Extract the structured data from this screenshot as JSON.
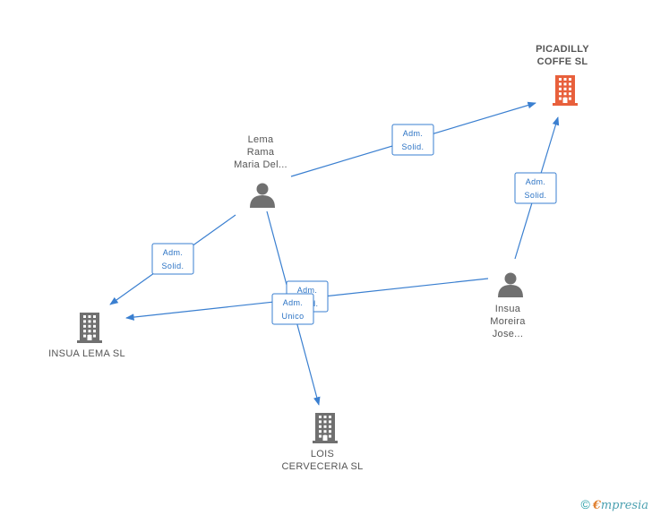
{
  "colors": {
    "edge": "#3a7fd0",
    "edge_text": "#2a72c4",
    "company_main": "#e8603c",
    "company": "#707070",
    "person": "#707070",
    "label": "#555555"
  },
  "nodes": [
    {
      "id": "picadilly",
      "type": "company",
      "main": true,
      "icon": "building-icon",
      "label_lines": [
        "PICADILLY",
        "COFFE SL"
      ]
    },
    {
      "id": "lema",
      "type": "person",
      "icon": "person-icon",
      "label_lines": [
        "Lema",
        "Rama",
        "Maria Del..."
      ]
    },
    {
      "id": "insua_person",
      "type": "person",
      "icon": "person-icon",
      "label_lines": [
        "Insua",
        "Moreira",
        "Jose..."
      ]
    },
    {
      "id": "insua_lema",
      "type": "company",
      "icon": "building-icon",
      "label_lines": [
        "INSUA LEMA SL"
      ]
    },
    {
      "id": "lois",
      "type": "company",
      "icon": "building-icon",
      "label_lines": [
        "LOIS",
        "CERVECERIA SL"
      ]
    }
  ],
  "edges": [
    {
      "from": "lema",
      "to": "picadilly",
      "label_lines": [
        "Adm.",
        "Solid."
      ]
    },
    {
      "from": "insua_person",
      "to": "picadilly",
      "label_lines": [
        "Adm.",
        "Solid."
      ]
    },
    {
      "from": "lema",
      "to": "insua_lema",
      "label_lines": [
        "Adm.",
        "Solid."
      ]
    },
    {
      "from": "lema",
      "to": "lois",
      "label_lines": [
        "Adm.",
        "Solid."
      ]
    },
    {
      "from": "insua_person",
      "to": "insua_lema",
      "label_lines": [
        "Adm.",
        "Unico"
      ]
    }
  ],
  "footer": {
    "copyright_symbol": "©",
    "brand_initial": "€",
    "brand_rest": "mpresia"
  }
}
